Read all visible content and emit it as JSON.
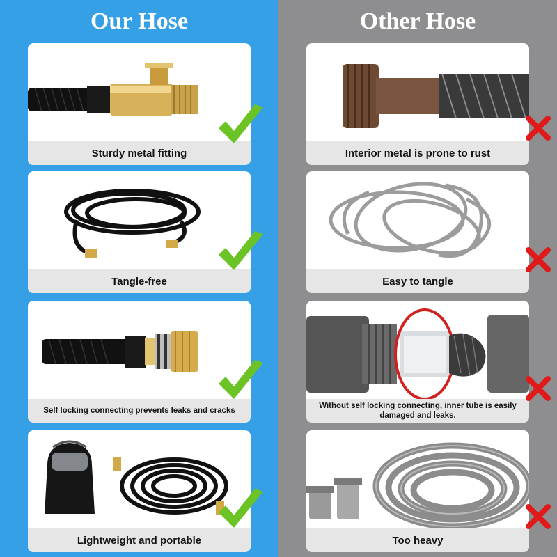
{
  "left": {
    "title": "Our Hose",
    "cards": [
      {
        "caption": "Sturdy metal fitting",
        "image": "brass-fitting",
        "mark": "check-icon"
      },
      {
        "caption": "Tangle-free",
        "image": "coiled-black-hose",
        "mark": "check-icon"
      },
      {
        "caption": "Self locking connecting prevents leaks and cracks",
        "image": "locking-connector",
        "mark": "check-icon"
      },
      {
        "caption": "Lightweight and portable",
        "image": "hose-with-bag",
        "mark": "check-icon"
      }
    ]
  },
  "right": {
    "title": "Other Hose",
    "cards": [
      {
        "caption": "Interior metal is prone to rust",
        "image": "rusty-fitting",
        "mark": "cross-icon"
      },
      {
        "caption": "Easy to tangle",
        "image": "tangled-gray-hose",
        "mark": "cross-icon"
      },
      {
        "caption": "Without self locking connecting, inner tube is easily damaged and leaks.",
        "image": "damaged-connector",
        "mark": "cross-icon"
      },
      {
        "caption": "Too heavy",
        "image": "heavy-braided-hose",
        "mark": "cross-icon"
      }
    ]
  },
  "colors": {
    "left_bg": "#36a0e6",
    "right_bg": "#8e8e90",
    "check": "#6cc326",
    "cross": "#e01a1a"
  }
}
